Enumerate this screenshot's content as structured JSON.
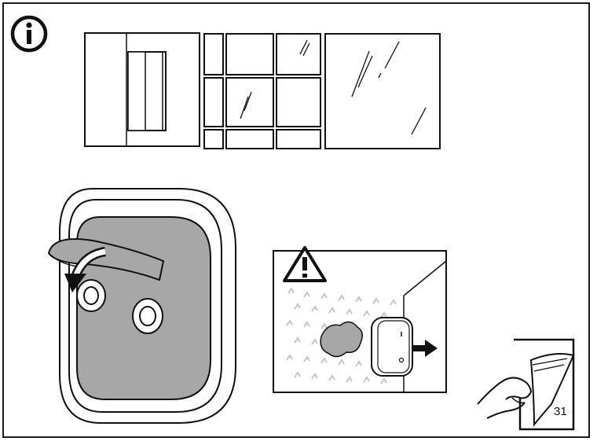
{
  "page": {
    "number": "31"
  },
  "icons": {
    "info": "info-icon",
    "warning": "warning-triangle-icon",
    "turn_page": "turn-page-hand-icon",
    "arrow_peel": "curved-arrow-icon",
    "arrow_remove": "right-arrow-icon"
  },
  "colors": {
    "line": "#1a1a1a",
    "adhesive_pad": "#a7a7a7",
    "wallpaper_pattern": "#bdbdbd"
  },
  "surfaces": [
    "glass-smooth-wall",
    "tiled-wall",
    "glass-pane"
  ]
}
